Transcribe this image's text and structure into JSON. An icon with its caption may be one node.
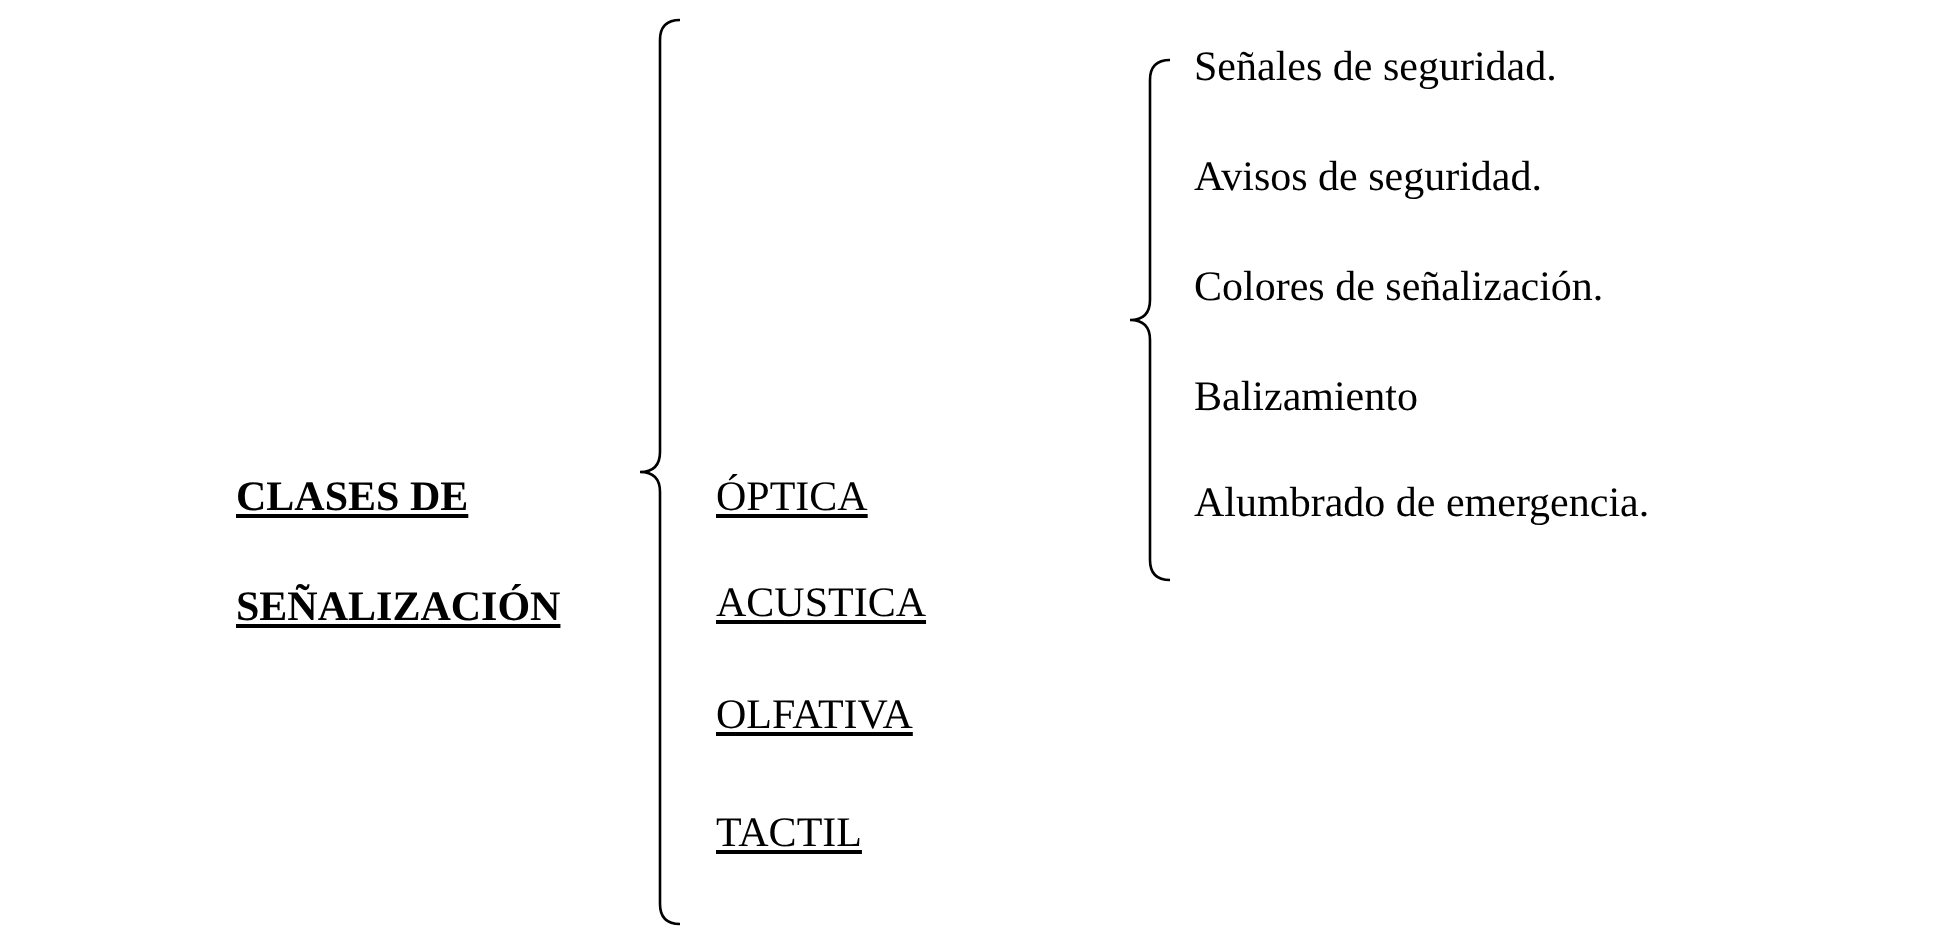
{
  "diagram": {
    "labels": [
      "CLASES DE SEÑALIZACIÓN",
      "ÓPTICA",
      "Señales de seguridad.",
      "Avisos de seguridad.",
      "Colores de señalización.",
      "Balizamiento",
      "Alumbrado de emergencia.",
      "ACUSTICA",
      "OLFATIVA",
      "TACTIL"
    ]
  }
}
